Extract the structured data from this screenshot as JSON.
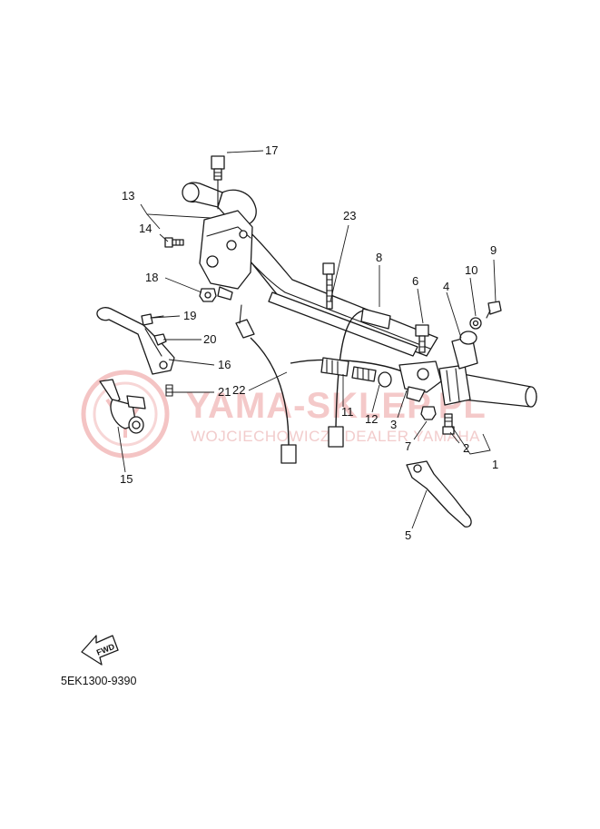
{
  "watermark": {
    "brand": "YAMA-SKLEP.PL",
    "subtitle": "WOJCIECHOWICZ I DEALER YAMAHA",
    "accent_color": "#e57373"
  },
  "callouts": [
    "1",
    "2",
    "3",
    "4",
    "5",
    "6",
    "7",
    "8",
    "9",
    "10",
    "11",
    "12",
    "13",
    "14",
    "15",
    "16",
    "17",
    "18",
    "19",
    "20",
    "21",
    "22",
    "23"
  ],
  "fwd_badge": "FWD",
  "drawing_code": "5EK1300-9390"
}
